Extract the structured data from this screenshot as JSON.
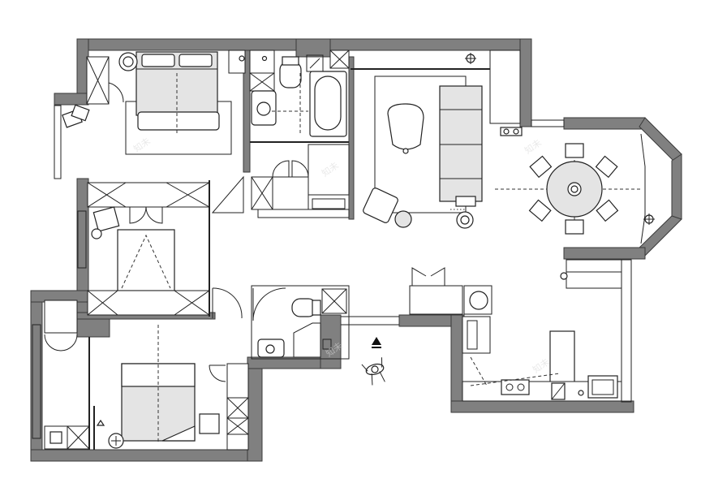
{
  "drawing": {
    "type": "apartment floor plan",
    "rooms": [
      "master-bedroom",
      "second-bedroom",
      "third-bedroom",
      "bathroom",
      "guest-toilet",
      "living-room",
      "dining-area",
      "kitchen",
      "balcony"
    ],
    "colors": {
      "wall_fill": "#808080",
      "line": "#222222",
      "furniture_fill": "#e4e4e4",
      "background": "#ffffff"
    },
    "icons": [
      "entry-arrow-icon",
      "person-icon",
      "compass-icon",
      "ceiling-light-icon"
    ]
  }
}
